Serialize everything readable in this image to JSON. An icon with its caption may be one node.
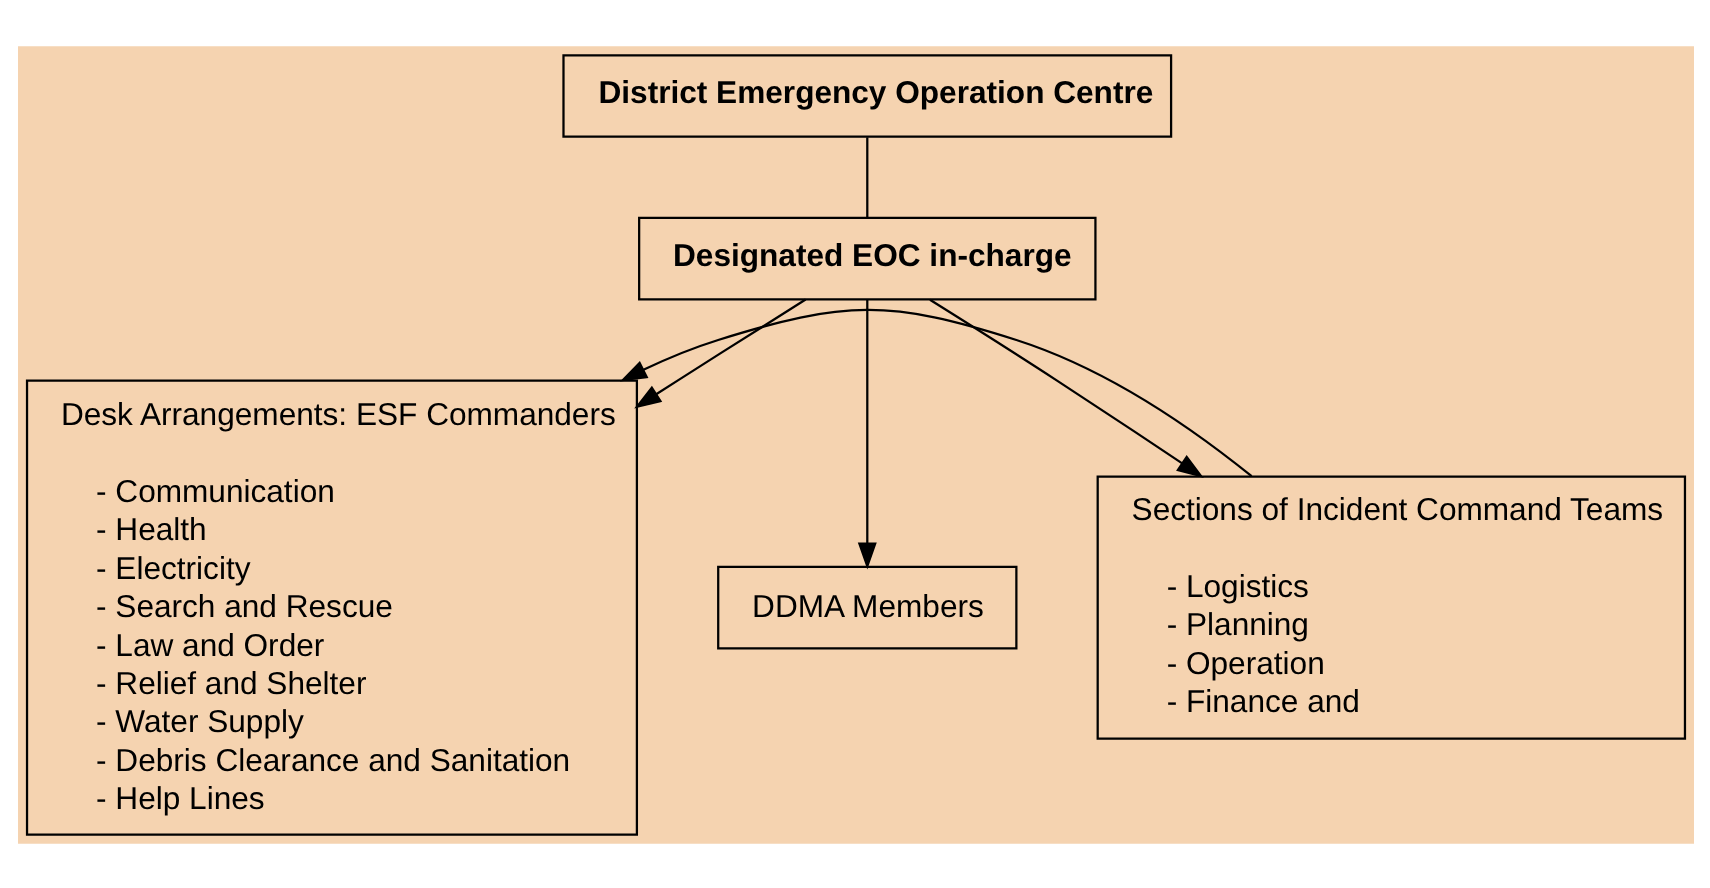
{
  "diagram": {
    "nodes": [
      {
        "text": [
          "District Emergency Operation Centre"
        ]
      },
      {
        "text": [
          "Designated EOC in-charge"
        ]
      },
      {
        "text": [
          "Desk Arrangements: ESF Commanders",
          "- Communication",
          "- Health",
          "- Electricity",
          "- Search and Rescue",
          "- Law and Order",
          "- Relief and Shelter",
          "- Water Supply",
          "- Debris Clearance and Sanitation",
          "- Help Lines"
        ]
      },
      {
        "text": [
          "DDMA Members"
        ]
      },
      {
        "text": [
          "Sections of Incident Command Teams",
          "- Logistics",
          "- Planning",
          "- Operation",
          "- Finance and"
        ]
      }
    ],
    "edges": [
      {
        "from": 0,
        "to": 1,
        "arrow": "none"
      },
      {
        "from": 1,
        "to": 2,
        "arrow": "to"
      },
      {
        "from": 1,
        "to": 3,
        "arrow": "to"
      },
      {
        "from": 1,
        "to": 4,
        "arrow": "to"
      },
      {
        "from": 4,
        "to": 2,
        "arrow": "to"
      }
    ]
  }
}
